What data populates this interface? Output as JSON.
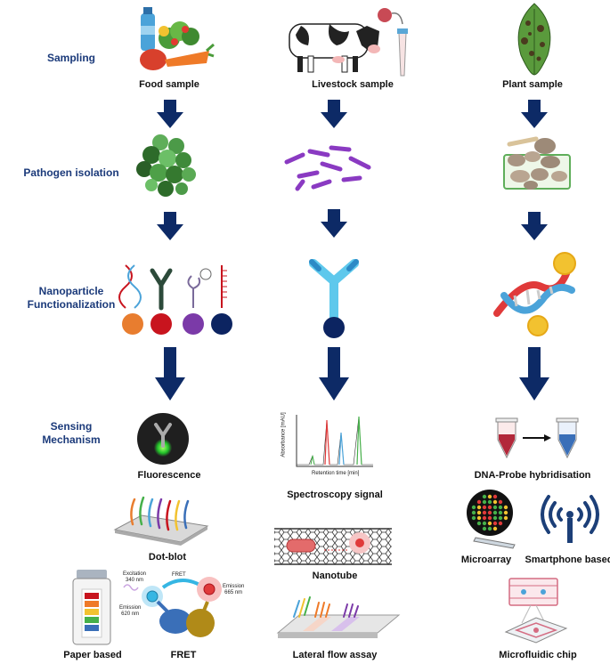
{
  "stages": {
    "sampling": "Sampling",
    "isolation": "Pathogen isolation",
    "functionalization_1": "Nanoparticle",
    "functionalization_2": "Functionalization",
    "sensing_1": "Sensing",
    "sensing_2": "Mechanism"
  },
  "samples": {
    "food": "Food sample",
    "livestock": "Livestock sample",
    "plant": "Plant sample"
  },
  "mechanisms": {
    "fluorescence": "Fluorescence",
    "spectroscopy": "Spectroscopy signal",
    "dna_probe": "DNA-Probe hybridisation",
    "dot_blot": "Dot-blot",
    "nanotube": "Nanotube",
    "microarray": "Microarray",
    "smartphone": "Smartphone based",
    "paper": "Paper based",
    "fret": "FRET",
    "lateral_flow": "Lateral flow assay",
    "microfluidic": "Microfluidic chip"
  },
  "fret_labels": {
    "excitation_1": "Excitation",
    "excitation_2": "340 nm",
    "fret": "FRET",
    "emission_a1": "Emission",
    "emission_a2": "620 nm",
    "emission_b1": "Emission",
    "emission_b2": "665 nm"
  },
  "spectro_labels": {
    "ylabel": "Absorbance [mAU]",
    "xlabel": "Retention time [min]"
  },
  "colors": {
    "stage_text": "#1b3a7a",
    "arrow": "#0d2a66",
    "nanoparticle_orange": "#e87d2f",
    "nanoparticle_red": "#c8141e",
    "nanoparticle_purple": "#7b3aa8",
    "nanoparticle_navy": "#0c2461"
  }
}
